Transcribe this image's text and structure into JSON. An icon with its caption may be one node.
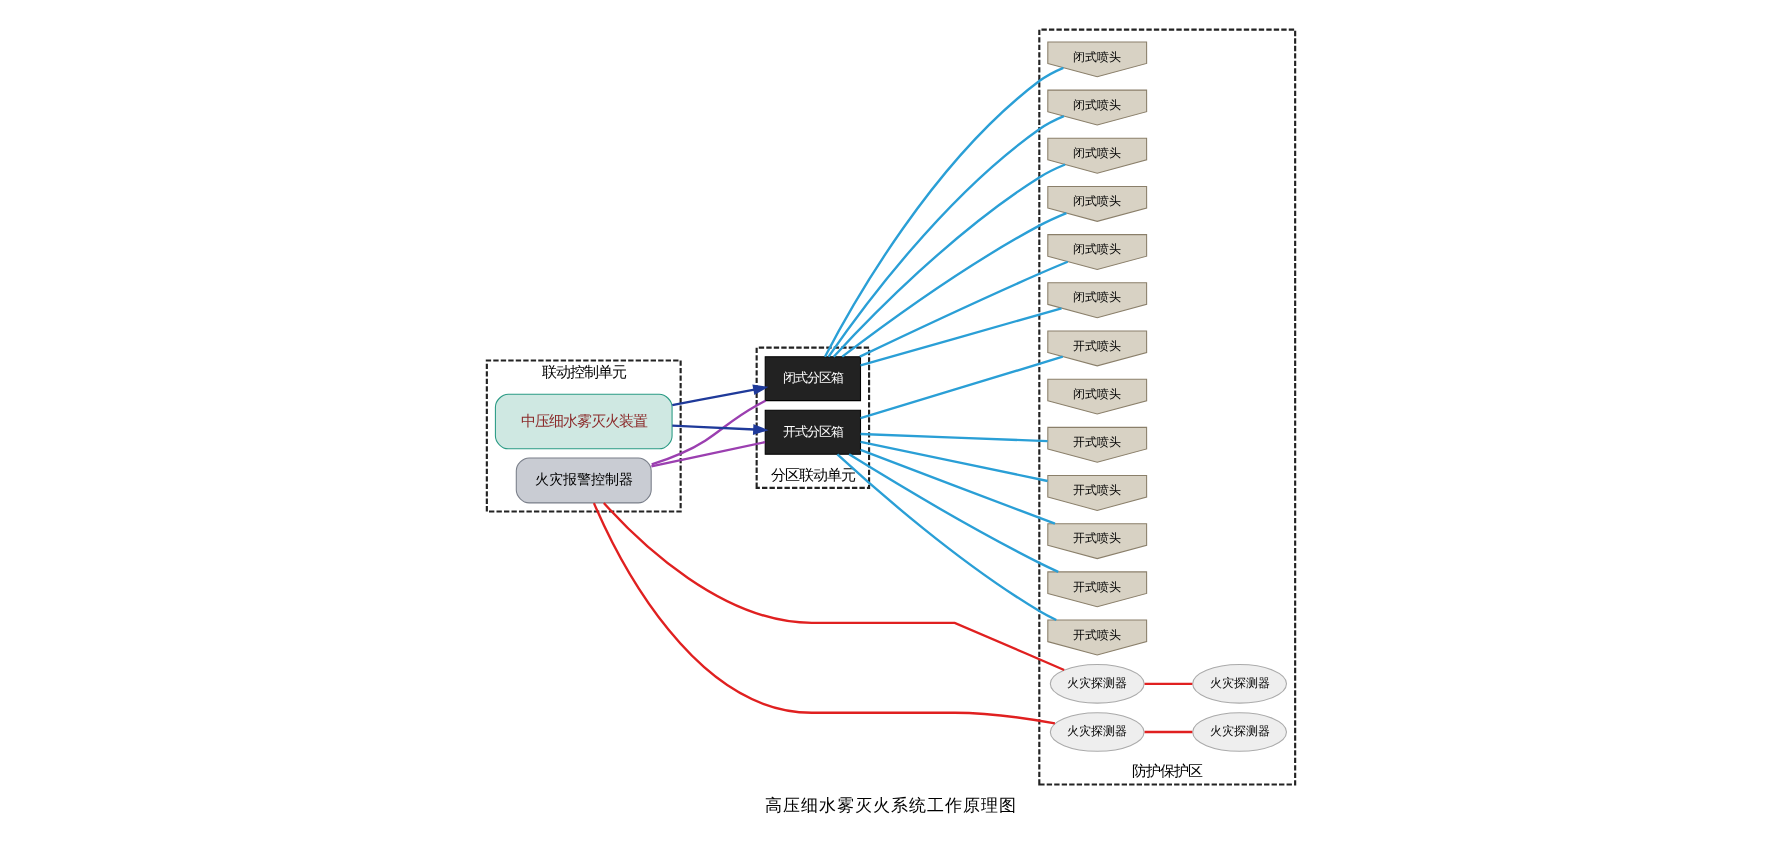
{
  "diagram": {
    "title": "高压细水雾灭火系统工作原理图",
    "nodes": [
      {
        "text": [
          "联动控制单元"
        ]
      },
      {
        "text": [
          "火灾报警控制器"
        ],
        "in": 0
      },
      {
        "text": [
          "中压细水雾灭火装置"
        ],
        "in": 0
      },
      {
        "text": [
          "分区联动单元"
        ]
      },
      {
        "text": [
          "闭式分区箱"
        ],
        "in": 3
      },
      {
        "text": [
          "开式分区箱"
        ],
        "in": 3
      },
      {
        "text": [
          "防护保护区"
        ]
      },
      {
        "text": [
          "闭式喷头"
        ],
        "in": 6
      },
      {
        "text": [
          "火灾探测器"
        ],
        "in": 6
      },
      {
        "text": [
          "闭式喷头"
        ],
        "in": 6
      },
      {
        "text": [
          "闭式喷头"
        ],
        "in": 6
      },
      {
        "text": [
          "闭式喷头"
        ],
        "in": 6
      },
      {
        "text": [
          "火灾探测器"
        ],
        "in": 6
      },
      {
        "text": [
          "闭式喷头"
        ],
        "in": 6
      },
      {
        "text": [
          "闭式喷头"
        ],
        "in": 6
      },
      {
        "text": [
          "闭式喷头"
        ],
        "in": 6
      },
      {
        "text": [
          "开式喷头"
        ],
        "in": 6
      },
      {
        "text": [
          "火灾探测器"
        ],
        "in": 6
      },
      {
        "text": [
          "开式喷头"
        ],
        "in": 6
      },
      {
        "text": [
          "开式喷头"
        ],
        "in": 6
      },
      {
        "text": [
          "开式喷头"
        ],
        "in": 6
      },
      {
        "text": [
          "火灾探测器"
        ],
        "in": 6
      },
      {
        "text": [
          "开式喷头"
        ],
        "in": 6
      },
      {
        "text": [
          "开式喷头"
        ],
        "in": 6
      }
    ],
    "edges": [
      {
        "from": 1,
        "to": 8,
        "arrow": "none",
        "color": "#e02020"
      },
      {
        "from": 8,
        "to": 12,
        "arrow": "none",
        "color": "#e02020"
      },
      {
        "from": 1,
        "to": 17,
        "arrow": "none",
        "color": "#e02020"
      },
      {
        "from": 17,
        "to": 21,
        "arrow": "none",
        "color": "#e02020"
      },
      {
        "from": 1,
        "to": 4,
        "arrow": "none",
        "color": "#9b3fb0"
      },
      {
        "from": 1,
        "to": 5,
        "arrow": "none",
        "color": "#9b3fb0"
      },
      {
        "from": 2,
        "to": 4,
        "arrow": "to",
        "color": "#1f3a9a"
      },
      {
        "from": 2,
        "to": 5,
        "arrow": "to",
        "color": "#1f3a9a"
      },
      {
        "from": 4,
        "to": 7,
        "arrow": "none"
      },
      {
        "from": 4,
        "to": 9,
        "arrow": "none"
      },
      {
        "from": 4,
        "to": 10,
        "arrow": "none"
      },
      {
        "from": 4,
        "to": 11,
        "arrow": "none"
      },
      {
        "from": 4,
        "to": 13,
        "arrow": "none"
      },
      {
        "from": 4,
        "to": 14,
        "arrow": "none"
      },
      {
        "from": 5,
        "to": 16,
        "arrow": "none"
      },
      {
        "from": 5,
        "to": 18,
        "arrow": "none"
      },
      {
        "from": 5,
        "to": 19,
        "arrow": "none"
      },
      {
        "from": 5,
        "to": 20,
        "arrow": "none"
      },
      {
        "from": 5,
        "to": 22,
        "arrow": "none"
      },
      {
        "from": 5,
        "to": 23,
        "arrow": "none"
      }
    ]
  }
}
